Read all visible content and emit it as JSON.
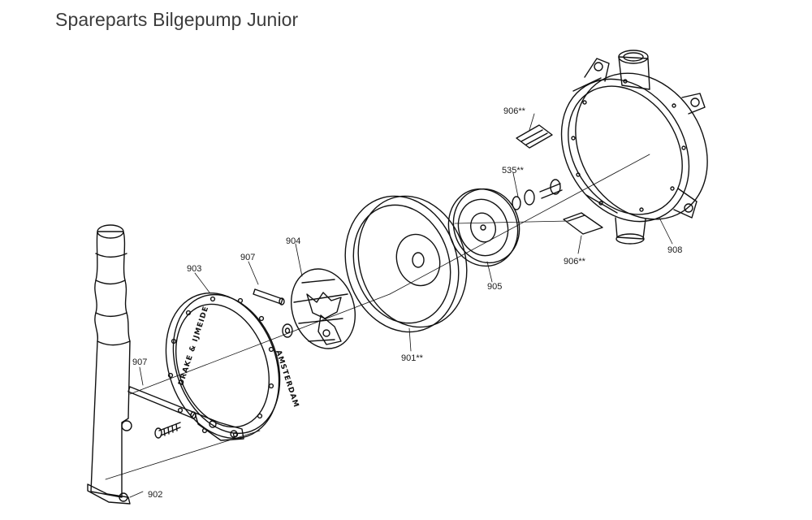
{
  "page": {
    "title": "Spareparts Bilgepump Junior"
  },
  "diagram": {
    "part_labels": [
      {
        "id": "906-top",
        "text": "906**"
      },
      {
        "id": "535",
        "text": "535**"
      },
      {
        "id": "908",
        "text": "908"
      },
      {
        "id": "906-bottom",
        "text": "906**"
      },
      {
        "id": "905",
        "text": "905"
      },
      {
        "id": "901",
        "text": "901**"
      },
      {
        "id": "904",
        "text": "904"
      },
      {
        "id": "907-top",
        "text": "907"
      },
      {
        "id": "903",
        "text": "903"
      },
      {
        "id": "907-bottom",
        "text": "907"
      },
      {
        "id": "902",
        "text": "902"
      }
    ],
    "ring_inscriptions": {
      "left": "DRAKE & IJMEIDE",
      "right": "AMSTERDAM"
    }
  }
}
